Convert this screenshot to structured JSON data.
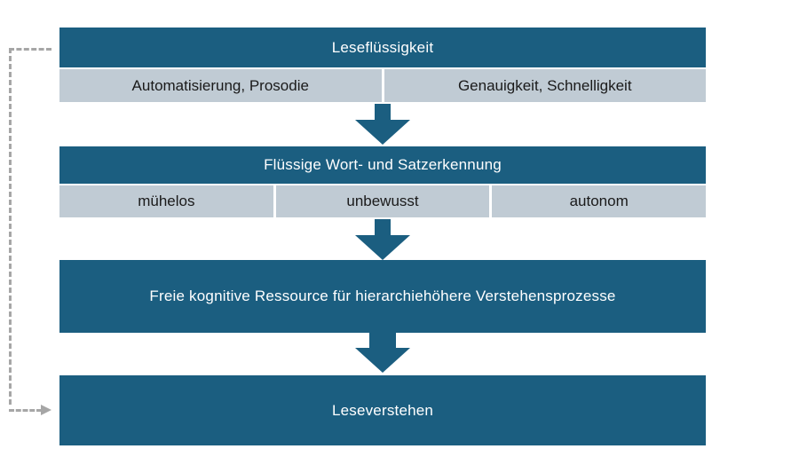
{
  "colors": {
    "box_teal": "#1B5E80",
    "subrow_gray_blue": "#C0CBD4",
    "feedback_dash_gray": "#A6A6A6",
    "text_on_teal": "#FFFFFF",
    "text_on_gray": "#1A1A1A",
    "background": "#FFFFFF"
  },
  "flow": {
    "groups": [
      {
        "header": "Leseflüssigkeit",
        "cells": [
          "Automatisierung, Prosodie",
          "Genauigkeit, Schnelligkeit"
        ]
      },
      {
        "header": "Flüssige Wort- und Satzerkennung",
        "cells": [
          "mühelos",
          "unbewusst",
          "autonom"
        ]
      }
    ],
    "boxes": [
      {
        "label": "Freie kognitive Ressource für hierarchiehöhere Verstehensprozesse"
      },
      {
        "label": "Leseverstehen"
      }
    ],
    "arrows": {
      "down_arrow_count": 3,
      "feedback_loop": "dashed gray line from Leseflüssigkeit down left side into Leseverstehen"
    }
  }
}
